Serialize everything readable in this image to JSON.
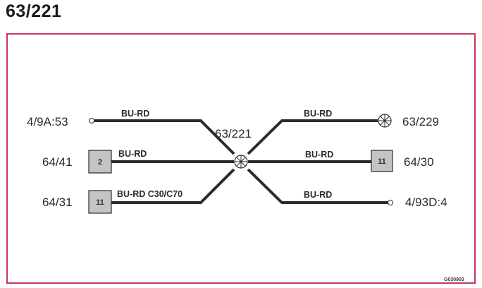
{
  "title": "63/221",
  "splice_label": "63/221",
  "drawing_code": "G030903",
  "left": [
    {
      "connector": "4/9A:53",
      "wire": "BU-RD",
      "pin": "",
      "terminal": "ring"
    },
    {
      "connector": "64/41",
      "wire": "BU-RD",
      "pin": "2",
      "terminal": "box"
    },
    {
      "connector": "64/31",
      "wire": "BU-RD C30/C70",
      "pin": "11",
      "terminal": "box"
    }
  ],
  "right": [
    {
      "connector": "63/229",
      "wire": "BU-RD",
      "pin": "",
      "terminal": "splice"
    },
    {
      "connector": "64/30",
      "wire": "BU-RD",
      "pin": "11",
      "terminal": "box"
    },
    {
      "connector": "4/93D:4",
      "wire": "BU-RD",
      "pin": "",
      "terminal": "ring"
    }
  ],
  "colors": {
    "frame": "#c8385a",
    "wire": "#2b2b2b",
    "pin_fill": "#c4c4c4"
  }
}
